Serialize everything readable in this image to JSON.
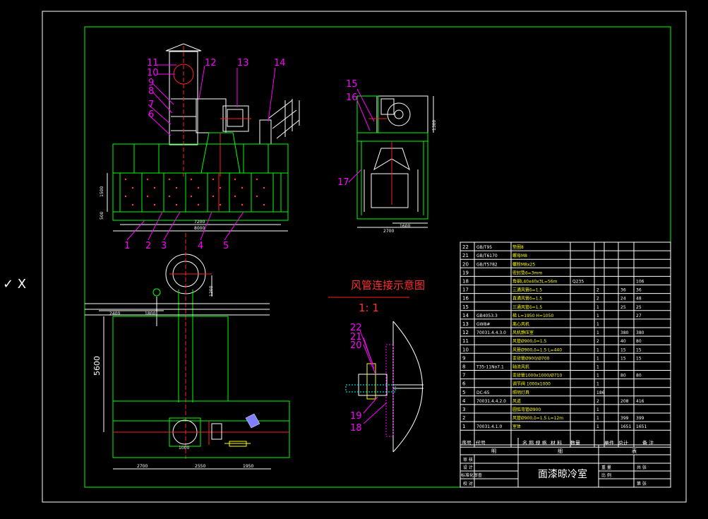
{
  "callouts_top": [
    "11",
    "10",
    "9",
    "8",
    "7",
    "6",
    "12",
    "13",
    "14"
  ],
  "callouts_bottom": [
    "1",
    "2",
    "3",
    "4",
    "5"
  ],
  "callouts_side": [
    "15",
    "16",
    "17"
  ],
  "callouts_detail": [
    "22",
    "21",
    "20",
    "19",
    "18"
  ],
  "dims_front": {
    "d1": "7200",
    "d2": "8000",
    "d3": "1500",
    "d4": "500"
  },
  "dims_side": {
    "d1": "2700",
    "d2": "1600",
    "d3": "1300"
  },
  "dims_plan": {
    "h": "5600",
    "top1": "2400",
    "top2": "1800",
    "b1": "2700",
    "b2": "2550",
    "b3": "1950",
    "gap": "1000",
    "v": "1200"
  },
  "detail": {
    "title": "风管连接示意图",
    "scale": "1: 1"
  },
  "side_marker": "✓ X",
  "bom": {
    "rows": [
      {
        "no": "22",
        "code": "GB/T95",
        "name": "垫圈8",
        "qty": "",
        "mat": "",
        "unit": "",
        "total": ""
      },
      {
        "no": "21",
        "code": "GB/T6170",
        "name": "螺母M8",
        "qty": "",
        "mat": "",
        "unit": "",
        "total": ""
      },
      {
        "no": "20",
        "code": "GB/T5782",
        "name": "螺栓M8x25",
        "qty": "",
        "mat": "",
        "unit": "",
        "total": ""
      },
      {
        "no": "19",
        "code": "",
        "name": "密封垫δ=3mm",
        "qty": "",
        "mat": "",
        "unit": "",
        "total": ""
      },
      {
        "no": "18",
        "code": "",
        "name": "角钢L40x40x3L=56m",
        "qty": "",
        "mat": "Q235",
        "unit": "",
        "total": "106"
      },
      {
        "no": "17",
        "code": "",
        "name": "三通风管δ=1.5",
        "qty": "2",
        "mat": "",
        "unit": "36",
        "total": "36"
      },
      {
        "no": "16",
        "code": "",
        "name": "直通风管δ=1.5",
        "qty": "2",
        "mat": "",
        "unit": "24",
        "total": "48"
      },
      {
        "no": "15",
        "code": "",
        "name": "三通风管δ=1.5",
        "qty": "1",
        "mat": "",
        "unit": "25",
        "total": "25"
      },
      {
        "no": "14",
        "code": "GB4053.3",
        "name": "梯 L=1950 H=1050",
        "qty": "1",
        "mat": "",
        "unit": "",
        "total": "27"
      },
      {
        "no": "13",
        "code": "GW8#",
        "name": "离心风机",
        "qty": "1",
        "mat": "",
        "unit": "",
        "total": ""
      },
      {
        "no": "12",
        "code": "70031.4.4.3.0",
        "name": "风机静压室",
        "qty": "1",
        "mat": "",
        "unit": "380",
        "total": "380"
      },
      {
        "no": "11",
        "code": "",
        "name": "风管Ø900,δ=1.5",
        "qty": "2",
        "mat": "",
        "unit": "40",
        "total": "80"
      },
      {
        "no": "10",
        "code": "",
        "name": "风管Ø900,δ=1.5 L=440",
        "qty": "1",
        "mat": "",
        "unit": "15",
        "total": "15"
      },
      {
        "no": "9",
        "code": "",
        "name": "变径管Ø900/Ø700",
        "qty": "1",
        "mat": "",
        "unit": "15",
        "total": "15"
      },
      {
        "no": "8",
        "code": "T35-11No7.1",
        "name": "轴流风机",
        "qty": "1",
        "mat": "",
        "unit": "",
        "total": ""
      },
      {
        "no": "7",
        "code": "",
        "name": "变径管1000x1000/Ø710",
        "qty": "1",
        "mat": "",
        "unit": "80",
        "total": "80"
      },
      {
        "no": "6",
        "code": "",
        "name": "调节阀 1000x1000",
        "qty": "1",
        "mat": "",
        "unit": "",
        "total": ""
      },
      {
        "no": "5",
        "code": "DC-65",
        "name": "照明灯具",
        "qty": "186",
        "mat": "",
        "unit": "",
        "total": ""
      },
      {
        "no": "4",
        "code": "70031.4.4.2.0",
        "name": "风道",
        "qty": "2",
        "mat": "",
        "unit": "208",
        "total": "416"
      },
      {
        "no": "3",
        "code": "",
        "name": "圆弧弯管Ø900",
        "qty": "1",
        "mat": "",
        "unit": "",
        "total": ""
      },
      {
        "no": "2",
        "code": "",
        "name": "风管Ø900,δ=1.5 L=12m",
        "qty": "1",
        "mat": "",
        "unit": "399",
        "total": "399"
      },
      {
        "no": "1",
        "code": "70031.4.1.0",
        "name": "室体",
        "qty": "1",
        "mat": "",
        "unit": "1651",
        "total": "1651"
      }
    ],
    "header": [
      "序号",
      "代号",
      "名 称 规 格",
      "数量",
      "材 料",
      "单件",
      "总计",
      "备 注"
    ],
    "caption": [
      "明",
      "细",
      "表"
    ]
  },
  "title_block": {
    "title": "面漆晾冷室",
    "left_labels": [
      "审 核",
      "设 计",
      "标准化审查",
      "校 对"
    ],
    "right_labels": [
      "重 量",
      "比 例",
      "共 张",
      "第 张"
    ]
  }
}
